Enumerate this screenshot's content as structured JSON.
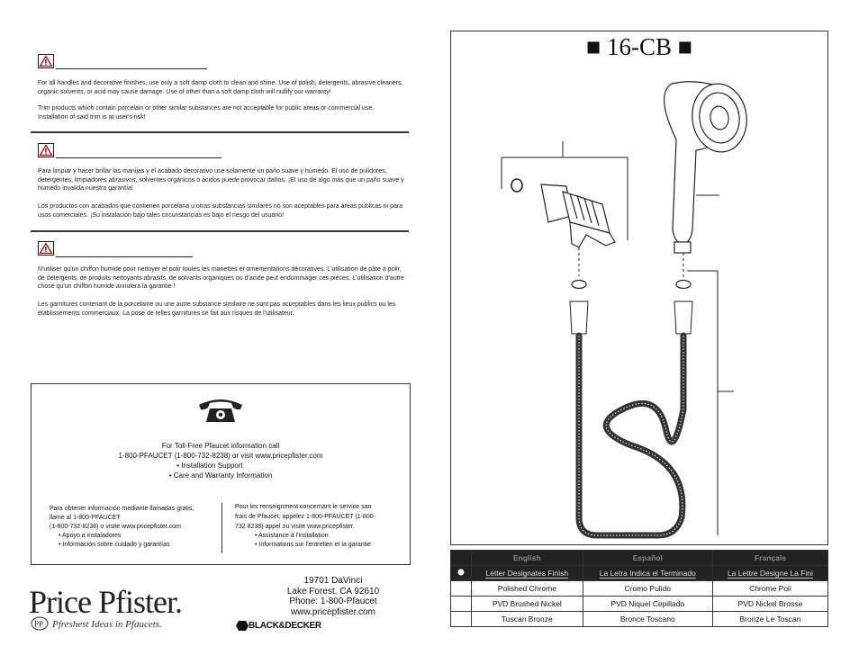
{
  "warnings": {
    "english": {
      "p1": "For all handles and decorative finishes, use only a soft damp cloth to clean and shine. Use of polish, detergents, abrasive cleaners, organic solvents, or acid may cause damage. Use of other than a soft damp cloth will nullify our warranty!",
      "p2": "Trim products which contain porcelain or other similar substances are not acceptable for public areas or commercial use. Installation of said trim is at user's risk!"
    },
    "spanish": {
      "p1": "Para limpiar y hacer brillar las manijas y el acabado decorativo use solamente un paño suave y húmedo. El uso de pulidores, detergentes, limpiadores abrasivos, solventes orgánicos o ácidos puede provocar daños. ¡El uso de algo más que un paño suave y húmedo invalida nuestra garantía!",
      "p2": "Los productos con acabados que contienen porcelana u otras substancias similares no son aceptables para áreas públicas ni para usos comerciales. ¡Su instalación bajo tales circunstancias es bajo el riesgo del usuario!"
    },
    "french": {
      "p1": "N'utiliser qu'un chiffon humide pour nettoyer et polir toutes les manettes et ornementations décoratives. L'utilisation de pâte à polir, de détergents, de produits nettoyants abrasifs, de solvants organiques ou d'acide peut endommager ces pièces. L'utilisation d'autre chose qu'un chiffon humide annulera la garantie !",
      "p2": "Les garnitures contenant de la porcelaine ou une autre substance similaire ne sont pas acceptables dans les lieux publics ou les établissements commerciaux. La pose de telles garnitures se fait aux risques de l'utilisateur."
    }
  },
  "contact": {
    "english": {
      "line1": "For Toll-Free Pfaucet information call",
      "line2": "1-800-PFAUCET (1-800-732-8238) or visit www.pricepfister.com",
      "bullet1": "•   Installation Support",
      "bullet2": "•   Care and Warranty Information"
    },
    "spanish": {
      "line1": "Para obtener información mediante llamadas gratis,",
      "line2": "llame al 1-800-PFAUCET",
      "line3": "(1-800-732-8238) o visite www.pricepfister.com",
      "bullet1": "•   Apoyo a instaladores",
      "bullet2": "•   Información sobre cuidado y garantías"
    },
    "french": {
      "line1": "Pour les renseignment concernant le service san",
      "line2": "frais de Pfaucet, appelez 1-800-PFAUCET (1-800-",
      "line3": "732 8238) appel ou visite www.pricepfister.",
      "bullet1": "•   Assistance à l'installation",
      "bullet2": "•   Informations sur l'entretien et la garantie"
    }
  },
  "address": {
    "street": "19701 DaVinci",
    "city": "Lake Forest, CA  92610",
    "phone": "Phone: 1-800-Pfaucet",
    "web": "www.pricepfister.com"
  },
  "brand": {
    "logo": "Price Pfister.",
    "tagline": "Pfreshest Ideas in Pfaucets.",
    "partner": "BLACK&DECKER"
  },
  "model": {
    "title": "■ 16-CB ■"
  },
  "finish_table": {
    "headers": [
      "English",
      "Español",
      "Français"
    ],
    "subheaders": [
      "Letter Designates Finish",
      "La Letra Indica el Terminado",
      "La Lettre Designe La Fini"
    ],
    "rows": [
      [
        "Polished Chrome",
        "Cromo Pulido",
        "Chrome Poli"
      ],
      [
        "PVD Brushed Nickel",
        "PVD Niquel Cepillado",
        "PVD Nickel Brosse"
      ],
      [
        "Tuscan Bronze",
        "Bronce Toscano",
        "Bronze Le Toscan"
      ]
    ]
  }
}
